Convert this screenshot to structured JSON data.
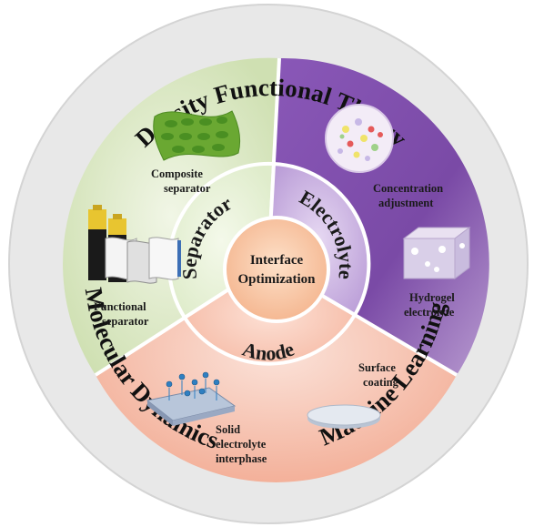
{
  "outer_ring": {
    "top": "Density Functional Theory",
    "left": "Molecular Dynamics",
    "right": "Machine Learning"
  },
  "sectors": {
    "separator": {
      "title": "Separator",
      "items": [
        {
          "lines": [
            "Composite",
            "separator"
          ]
        },
        {
          "lines": [
            "Functional",
            "separator"
          ]
        }
      ]
    },
    "electrolyte": {
      "title": "Electrolyte",
      "items": [
        {
          "lines": [
            "Concentration",
            "adjustment"
          ]
        },
        {
          "lines": [
            "Hydrogel",
            "electrolyte"
          ]
        }
      ]
    },
    "anode": {
      "title": "Anode",
      "items": [
        {
          "lines": [
            "Surface",
            "coating"
          ]
        },
        {
          "lines": [
            "Solid",
            "electrolyte",
            "interphase"
          ]
        }
      ]
    }
  },
  "center": {
    "line1": "Interface",
    "line2": "Optimization"
  },
  "colors": {
    "ring": "#ededed",
    "separator": "#d3e3bc",
    "electrolyte": "#7a4ea5",
    "anode": "#f5b5a2",
    "center": "#f7c7a8"
  }
}
